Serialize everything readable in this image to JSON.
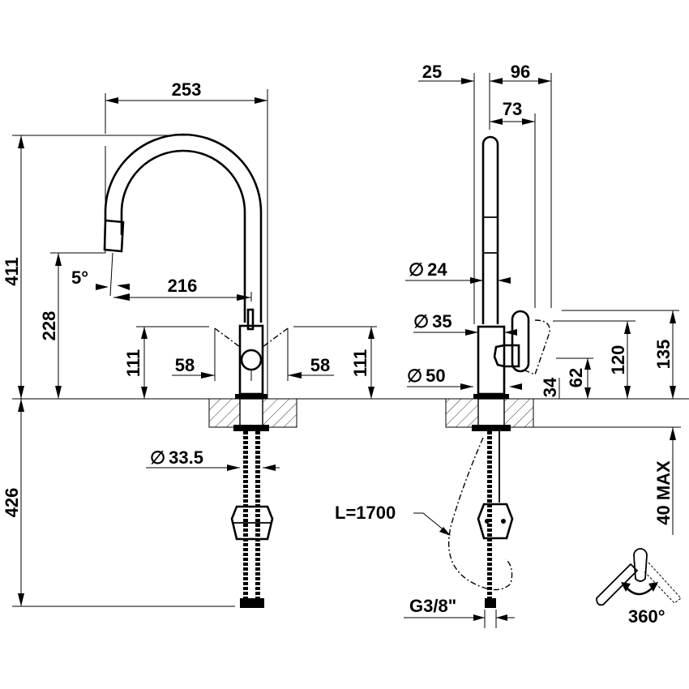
{
  "drawing": {
    "front_view": {
      "overall_width": "253",
      "overall_height": "411",
      "spout_height": "228",
      "spray_angle": "5°",
      "spout_reach": "216",
      "handle_height_left": "111",
      "handle_height_right": "111",
      "handle_offset_left": "58",
      "handle_offset_right": "58",
      "below_counter_length": "426",
      "shank_diameter": "33.5"
    },
    "side_view": {
      "offset_a": "25",
      "offset_b": "96",
      "offset_c": "73",
      "spout_diameter": "24",
      "body_diameter": "35",
      "base_diameter": "50",
      "dim_34": "34",
      "dim_62": "62",
      "dim_120": "120",
      "dim_135": "135",
      "counter_thickness": "40 MAX",
      "hose_length": "L=1700",
      "thread": "G3/8\"",
      "rotation": "360°"
    },
    "symbols": {
      "diameter": "∅"
    }
  }
}
